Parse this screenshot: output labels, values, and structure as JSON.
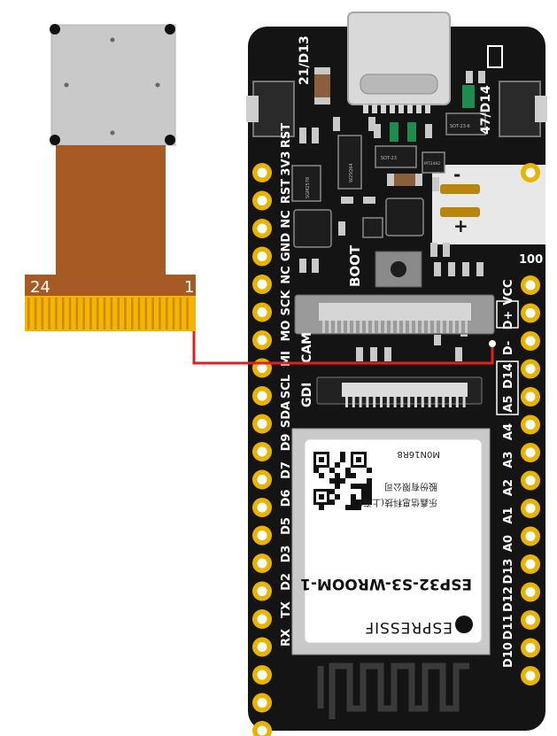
{
  "camera": {
    "fpc_label_left": "24",
    "fpc_label_right": "1",
    "module_color": "#c8c8c8",
    "flex_color": "#a85a24",
    "contact_color": "#f4b400"
  },
  "board": {
    "color": "#141414",
    "left_labels": [
      "21/D13",
      "RST",
      "3V3",
      "RST",
      "NC",
      "GND",
      "NC",
      "SCK",
      "MO",
      "MI",
      "SCL",
      "SDA",
      "D9",
      "D7",
      "D6",
      "D5",
      "D3",
      "D2",
      "TX",
      "RX"
    ],
    "right_labels": [
      "47/D14",
      "100",
      "VCC",
      "D+",
      "D-",
      "D14",
      "A5",
      "A4",
      "A3",
      "A2",
      "A1",
      "A0",
      "D13",
      "D12",
      "D11",
      "D10"
    ],
    "cam_label": "CAM",
    "gdi_label": "GDI",
    "boot_label": "BOOT",
    "battery_minus": "-",
    "battery_plus": "+",
    "module_name": "ESP32-S3-WROOM-1",
    "module_brand": "ESPRESSIF",
    "module_code": "M0N16R8",
    "module_cn_line1": "乐鑫信息科技(上海)",
    "module_cn_line2": "股份有限公司",
    "chip_label_1": "SGM2578",
    "chip_label_2": "W25Q64",
    "chip_label_3": "SOT-23",
    "chip_label_4": "MT2492",
    "chip_label_5": "SOT-23-6"
  },
  "wire": {
    "color": "#e02020"
  }
}
